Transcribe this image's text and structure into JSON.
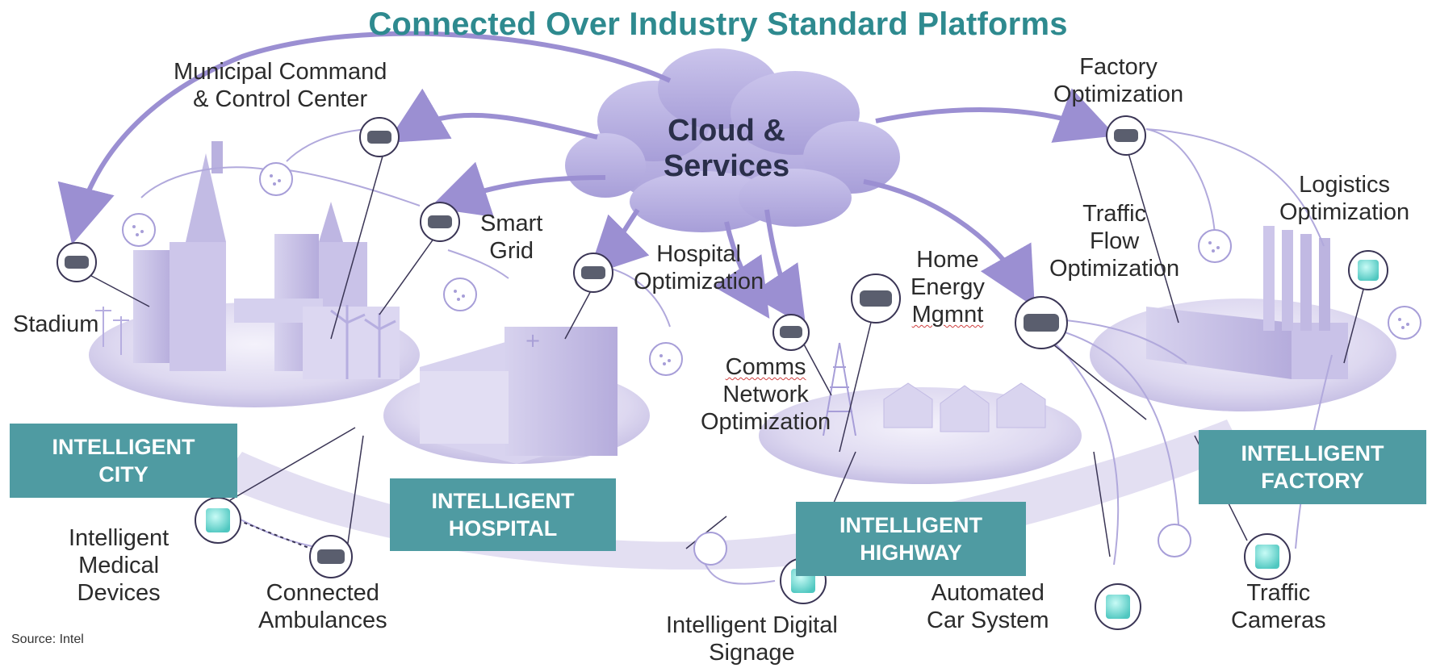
{
  "title": "Connected Over Industry Standard Platforms",
  "cloud": {
    "line1": "Cloud &",
    "line2": "Services"
  },
  "labels": {
    "municipal": {
      "line1": "Municipal  Command",
      "line2": "& Control  Center"
    },
    "stadium": "Stadium",
    "smart_grid": {
      "line1": "Smart",
      "line2": "Grid"
    },
    "hospital_opt": {
      "line1": "Hospital",
      "line2": "Optimization"
    },
    "comms": {
      "line1": "Comms",
      "line2": "Network",
      "line3": "Optimization"
    },
    "home_energy": {
      "line1": "Home",
      "line2": "Energy",
      "line3": "Mgmnt"
    },
    "traffic_flow": {
      "line1": "Traffic",
      "line2": "Flow",
      "line3": "Optimization"
    },
    "factory_opt": {
      "line1": "Factory",
      "line2": "Optimization"
    },
    "logistics": {
      "line1": "Logistics",
      "line2": "Optimization"
    },
    "medical": {
      "line1": "Intelligent",
      "line2": "Medical",
      "line3": "Devices"
    },
    "ambulances": {
      "line1": "Connected",
      "line2": "Ambulances"
    },
    "signage": {
      "line1": "Intelligent  Digital",
      "line2": "Signage"
    },
    "car_system": {
      "line1": "Automated",
      "line2": "Car System"
    },
    "traffic_cams": {
      "line1": "Traffic",
      "line2": "Cameras"
    }
  },
  "badges": {
    "city": {
      "line1": "INTELLIGENT",
      "line2": "CITY"
    },
    "hospital": {
      "line1": "INTELLIGENT",
      "line2": "HOSPITAL"
    },
    "highway": {
      "line1": "INTELLIGENT",
      "line2": "HIGHWAY"
    },
    "factory": {
      "line1": "INTELLIGENT",
      "line2": "FACTORY"
    }
  },
  "source": "Source: Intel",
  "colors": {
    "title": "#2e8a8f",
    "badge": "#4f9ba2",
    "lavender": "#c9c3e6",
    "cloud": "#b6aee0",
    "arrow": "#9b8fd2"
  }
}
